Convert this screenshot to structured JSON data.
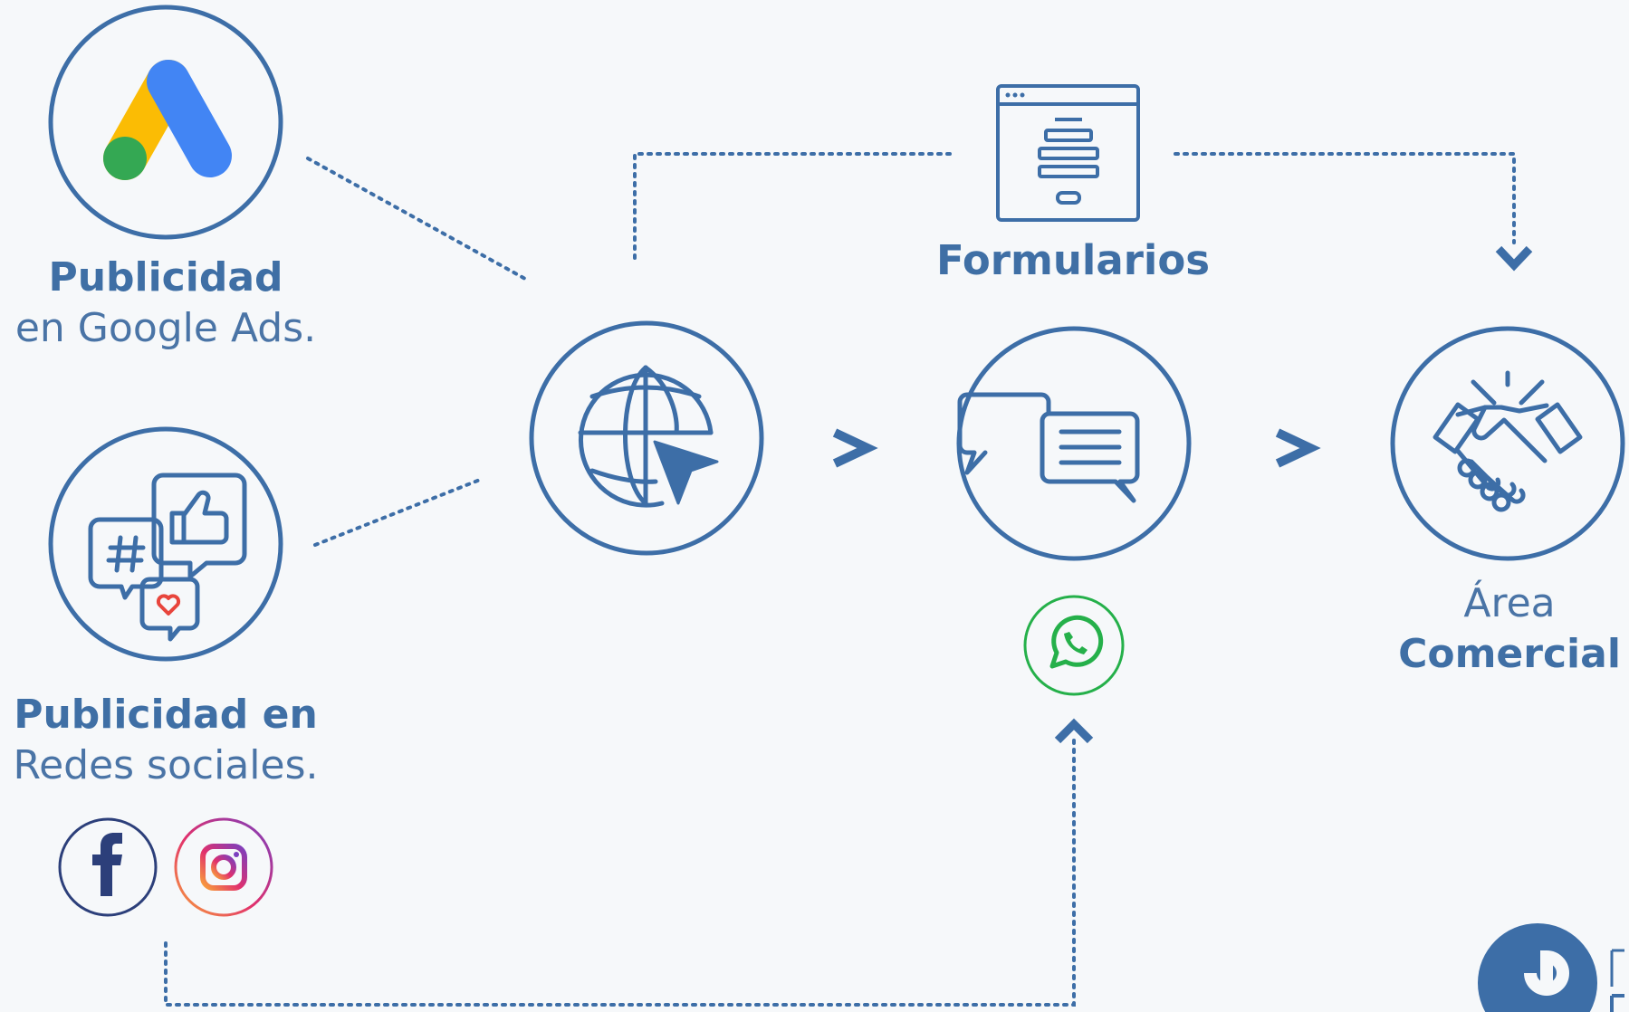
{
  "colors": {
    "primary": "#3d6ea7",
    "google_blue": "#4285f4",
    "google_yellow": "#fbbc04",
    "google_green": "#34a853",
    "whatsapp_green": "#25b04a",
    "facebook_navy": "#2c3f7a",
    "heart_red": "#e8453c",
    "background": "#f6f8fa"
  },
  "labels": {
    "google_bold": "Publicidad",
    "google_light": "en Google Ads.",
    "social_bold": "Publicidad en",
    "social_light": "Redes sociales.",
    "forms": "Formularios",
    "area_light": "Área",
    "area_bold": "Comercial"
  },
  "icons": {
    "google_ads": "google-ads-icon",
    "social": "social-media-icon",
    "web": "globe-cursor-icon",
    "form": "form-icon",
    "chat": "chat-icon",
    "whatsapp": "whatsapp-icon",
    "handshake": "handshake-icon",
    "facebook": "facebook-icon",
    "instagram": "instagram-icon",
    "logo": "logo-icon"
  }
}
